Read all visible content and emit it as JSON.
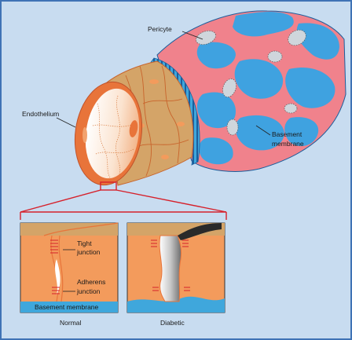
{
  "colors": {
    "background": "#c8dcf0",
    "frame": "#3f73b5",
    "pericyte_blue": "#3fa2e0",
    "pericyte_pink": "#f0828c",
    "endothelium_tan": "#d4a468",
    "endothelium_orange": "#e8743a",
    "cell_orange": "#f39b5c",
    "basement_blue": "#3fa7dc",
    "zoom_line": "#d6202a"
  },
  "labels": {
    "pericyte": "Pericyte",
    "endothelium": "Endothelium",
    "basement_membrane_line1": "Basement",
    "basement_membrane_line2": "membrane",
    "tight_junction_line1": "Tight",
    "tight_junction_line2": "junction",
    "adherens_junction_line1": "Adherens",
    "adherens_junction_line2": "junction",
    "panel_basement_membrane": "Basement membrane",
    "caption_normal": "Normal",
    "caption_diabetic": "Diabetic"
  }
}
